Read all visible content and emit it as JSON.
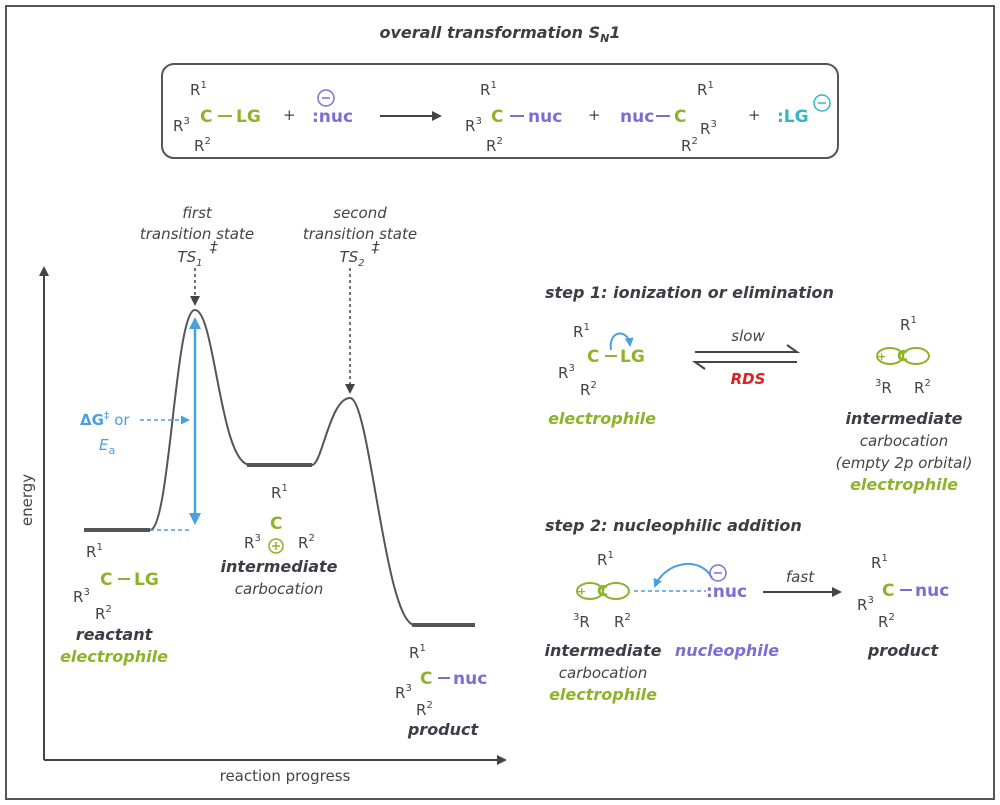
{
  "title": {
    "main": "overall transformation S",
    "sub": "N",
    "tail": "1"
  },
  "overall": {
    "r1": "R",
    "r2": "R",
    "r3": "R",
    "s1": "1",
    "s2": "2",
    "s3": "3",
    "carbon": "C",
    "dash": "–",
    "lg": "LG",
    "nuc": "nuc",
    "colon_nuc": ":nuc",
    "colon_lg": ":LG",
    "plus": "+",
    "minus": "−"
  },
  "energy_diagram": {
    "y_label": "energy",
    "x_label": "reaction progress",
    "ts1_lines": [
      "first",
      "transition state",
      "TS"
    ],
    "ts1_sub": "1",
    "ts2_lines": [
      "second",
      "transition state",
      "TS"
    ],
    "ts2_sub": "2",
    "double_dagger": "‡",
    "dg_label": "ΔG",
    "dg_or": " or",
    "ea_label": "E",
    "ea_sub": "a",
    "reactant": "reactant",
    "reactant_role": "electrophile",
    "intermediate": "intermediate",
    "intermediate_type": "carbocation",
    "product": "product"
  },
  "step1": {
    "title": "step 1: ionization or elimination",
    "rate": "slow",
    "rds": "RDS",
    "left_role": "electrophile",
    "right_name": "intermediate",
    "right_type": "carbocation",
    "right_note": "(empty 2p orbital)",
    "right_role": "electrophile"
  },
  "step2": {
    "title": "step 2: nucleophilic addition",
    "rate": "fast",
    "left_name": "intermediate",
    "left_type": "carbocation",
    "left_role": "electrophile",
    "nuc_role": "nucleophile",
    "product": "product"
  },
  "colors": {
    "green": "#8db32b",
    "purple": "#7b6fd6",
    "teal": "#2fb8c4",
    "blue": "#4a9fe0",
    "red": "#e02020",
    "dark": "#3d3d46"
  }
}
